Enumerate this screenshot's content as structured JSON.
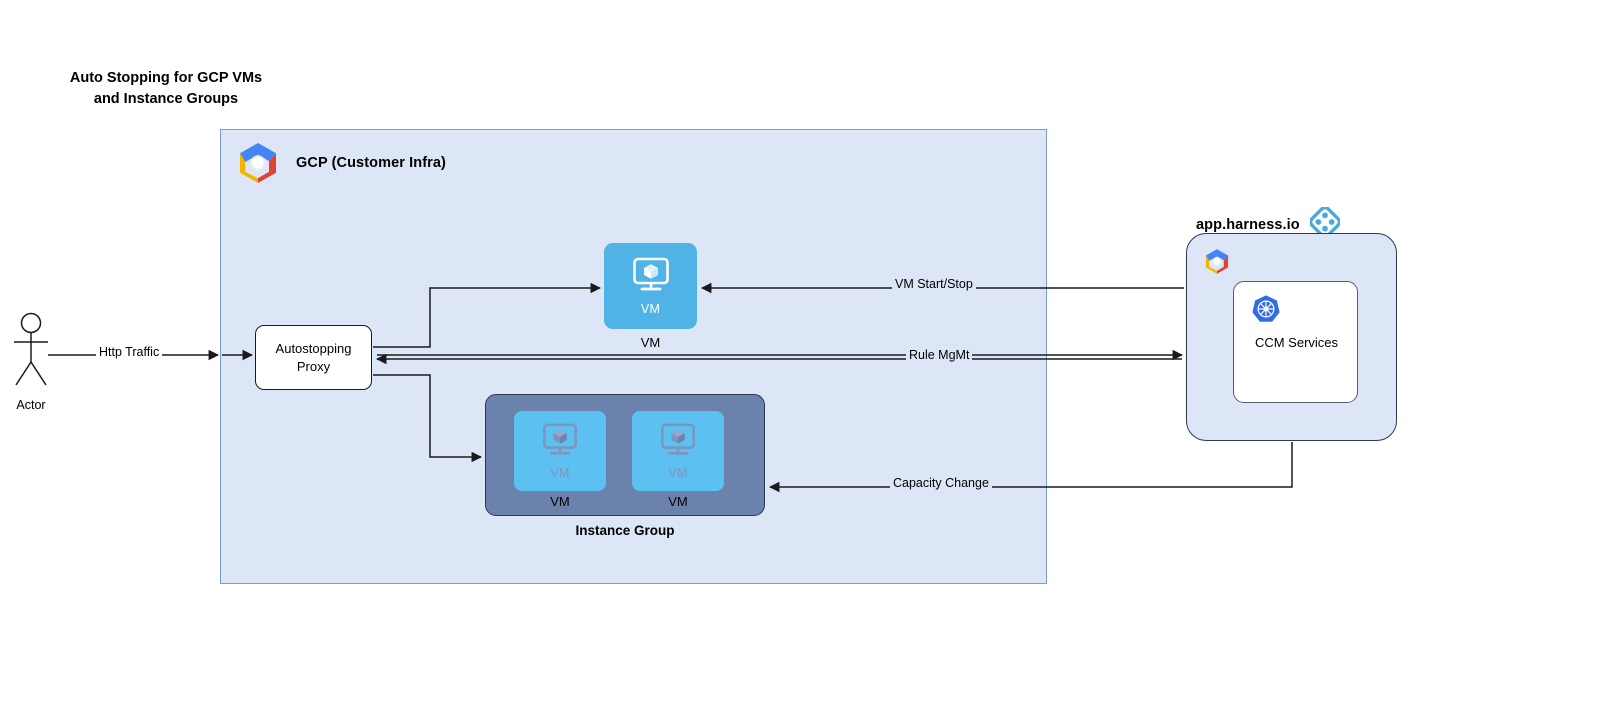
{
  "diagram": {
    "title": "Auto Stopping for GCP VMs\nand Instance Groups",
    "type": "architecture-flow"
  },
  "actor": {
    "label": "Actor",
    "icon": "stick-figure-actor-icon"
  },
  "gcp_container": {
    "label": "GCP (Customer Infra)",
    "icon": "gcp-hexagon-logo",
    "fill_color": "#dce6f7",
    "border_color": "#7b9ad4"
  },
  "proxy": {
    "label": "Autostopping\nProxy",
    "fill_color": "#ffffff",
    "border_color": "#1a1a1a"
  },
  "vm_node": {
    "inner_label": "VM",
    "caption": "VM",
    "icon": "vm-monitor-cube-icon",
    "fill_color": "#4fb3e8"
  },
  "instance_group": {
    "caption": "Instance Group",
    "fill_color": "#6b82ac",
    "border_color": "#2b3a52",
    "tiles": [
      {
        "inner_label": "VM",
        "caption": "VM",
        "icon": "vm-monitor-cube-icon"
      },
      {
        "inner_label": "VM",
        "caption": "VM",
        "icon": "vm-monitor-cube-icon"
      }
    ],
    "tile_fill_color": "#5cc0f0"
  },
  "harness": {
    "title": "app.harness.io",
    "logo_icon": "harness-diamond-logo",
    "logo_color": "#4aa8e0",
    "panel_fill_color": "#dce6f7",
    "panel_border_color": "#2b3a52",
    "gcp_icon": "gcp-hexagon-logo",
    "ccm": {
      "label": "CCM Services",
      "icon": "kubernetes-helm-icon",
      "icon_color": "#326ce5",
      "fill_color": "#ffffff"
    }
  },
  "edges": [
    {
      "id": "http-traffic",
      "label": "Http Traffic",
      "from": "actor",
      "to": "proxy"
    },
    {
      "id": "vm-start-stop",
      "label": "VM Start/Stop",
      "from": "ccm",
      "to": "vm-node"
    },
    {
      "id": "rule-mgmt",
      "label": "Rule MgMt",
      "from": "proxy",
      "to": "harness"
    },
    {
      "id": "capacity-change",
      "label": "Capacity Change",
      "from": "harness",
      "to": "instance-group"
    },
    {
      "id": "proxy-to-vm",
      "label": "",
      "from": "proxy",
      "to": "vm-node"
    },
    {
      "id": "proxy-to-ig",
      "label": "",
      "from": "proxy",
      "to": "instance-group"
    }
  ]
}
